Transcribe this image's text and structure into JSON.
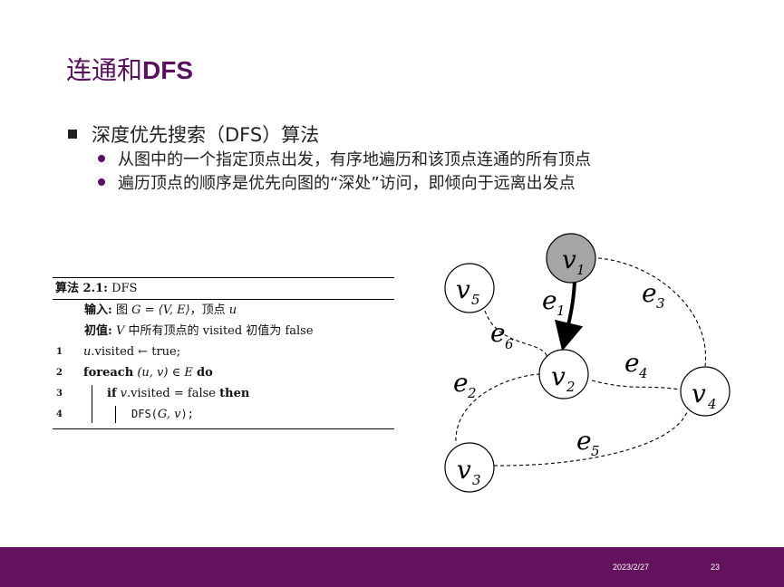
{
  "slide": {
    "title_cn": "连通和",
    "title_en": "DFS",
    "bullet_main": "深度优先搜索（DFS）算法",
    "sub_bullets": [
      "从图中的一个指定顶点出发，有序地遍历和该顶点连通的所有顶点",
      "遍历顶点的顺序是优先向图的“深处”访问，即倾向于远离出发点"
    ]
  },
  "algorithm": {
    "caption_label": "算法 2.1:",
    "caption_name": "DFS",
    "input_label": "输入:",
    "input_text_a": "图 ",
    "input_math": "G = ⟨V, E⟩",
    "input_text_b": "，顶点 ",
    "input_var": "u",
    "init_label": "初值:",
    "init_var": "V",
    "init_text": " 中所有顶点的 visited 初值为 false",
    "lines": [
      {
        "num": "1",
        "a": "u",
        "b": ".visited ← true;"
      },
      {
        "num": "2",
        "kw1": "foreach",
        "expr": "(u, v) ∈ E",
        "kw2": "do"
      },
      {
        "num": "3",
        "kw1": "if",
        "expr": "v",
        "rest": ".visited = false",
        "kw2": "then"
      },
      {
        "num": "4",
        "call": "DFS(",
        "args": "G, v",
        "tail": ");"
      }
    ]
  },
  "graph": {
    "nodes": [
      {
        "label": "v",
        "sub": "1"
      },
      {
        "label": "v",
        "sub": "2"
      },
      {
        "label": "v",
        "sub": "3"
      },
      {
        "label": "v",
        "sub": "4"
      },
      {
        "label": "v",
        "sub": "5"
      }
    ],
    "edges": [
      {
        "label": "e",
        "sub": "1"
      },
      {
        "label": "e",
        "sub": "2"
      },
      {
        "label": "e",
        "sub": "3"
      },
      {
        "label": "e",
        "sub": "4"
      },
      {
        "label": "e",
        "sub": "5"
      },
      {
        "label": "e",
        "sub": "6"
      }
    ],
    "colors": {
      "start_node_fill": "#a6a6a6",
      "node_fill": "#ffffff",
      "stroke": "#000000"
    }
  },
  "footer": {
    "date": "2023/2/27",
    "page": "23",
    "color": "#64115e"
  },
  "theme": {
    "title_color": "#5a1060",
    "bullet_color": "#5a1060"
  }
}
